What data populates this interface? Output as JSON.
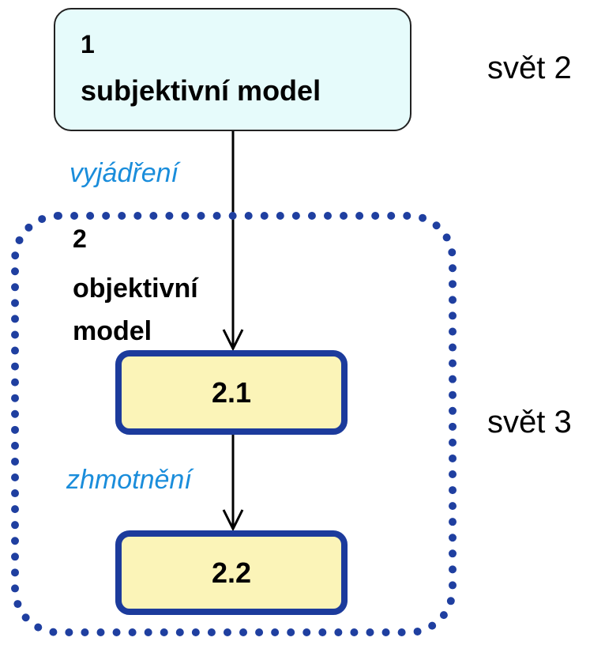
{
  "node_1": {
    "number": "1",
    "label": "subjektivní model"
  },
  "world_2": "svět 2",
  "world_3": "svět 3",
  "relation_expression": "vyjádření",
  "relation_materialization": "zhmotnění",
  "node_2": {
    "number": "2",
    "label_line_1": "objektivní",
    "label_line_2": "model"
  },
  "node_2_1": {
    "label": "2.1"
  },
  "node_2_2": {
    "label": "2.2"
  },
  "colors": {
    "node_1_fill": "#e6fbfb",
    "yellow_fill": "#fbf4b8",
    "dark_blue": "#1c3b9c",
    "relation_blue": "#1a8ddb"
  }
}
